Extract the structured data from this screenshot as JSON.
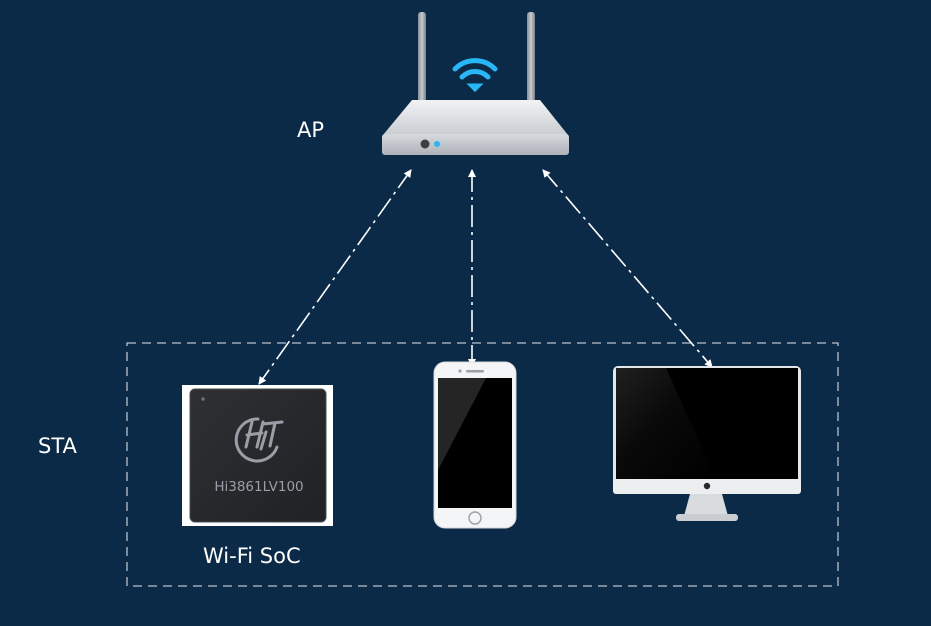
{
  "labels": {
    "ap": "AP",
    "sta": "STA",
    "wifi_soc": "Wi-Fi SoC"
  },
  "chip": {
    "model": "Hi3861LV100",
    "logo_icon": "hisilicon-logo-icon"
  },
  "colors": {
    "background": "#0b2a47",
    "wifi_signal": "#29b6f6",
    "dashed_lines": "#ffffff"
  }
}
